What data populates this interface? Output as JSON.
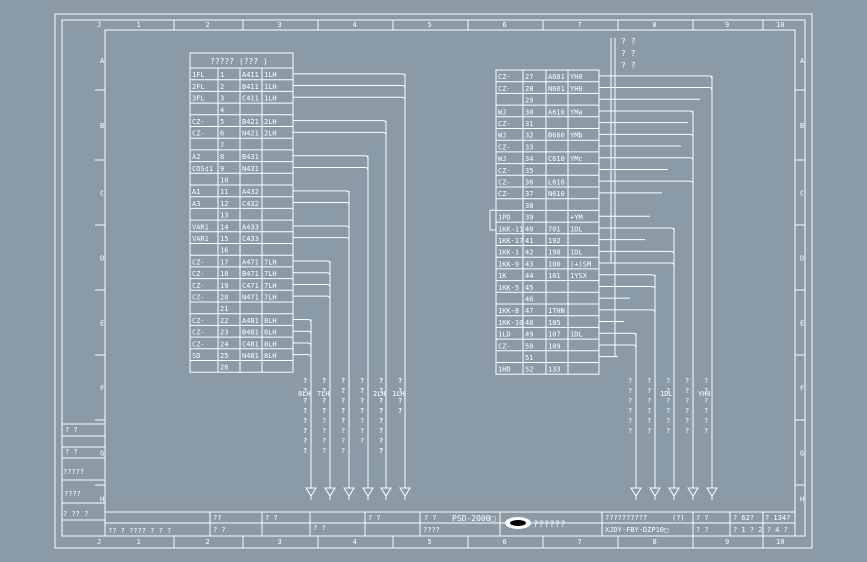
{
  "colors": {
    "background": "#8a9aa6",
    "sheet": "#000000",
    "line": "#ffffff"
  },
  "columns": [
    "1",
    "2",
    "3",
    "4",
    "5",
    "6",
    "7",
    "8",
    "9",
    "10"
  ],
  "rows": [
    "A",
    "B",
    "C",
    "D",
    "E",
    "F",
    "G",
    "H"
  ],
  "corner_letter": "J",
  "left_table": {
    "title": "????? (??? )",
    "rows": [
      [
        "1FL",
        "1",
        "A411",
        "1LH"
      ],
      [
        "2FL",
        "2",
        "B411",
        "1LH"
      ],
      [
        "3FL",
        "3",
        "C411",
        "1LH"
      ],
      [
        "",
        "4",
        "",
        ""
      ],
      [
        "CZ-",
        "5",
        "B421",
        "2LH"
      ],
      [
        "CZ-",
        "6",
        "N421",
        "2LH"
      ],
      [
        "",
        "7",
        "",
        ""
      ],
      [
        "A2",
        "8",
        "B431",
        ""
      ],
      [
        "COS¢1",
        "9",
        "N431",
        ""
      ],
      [
        "",
        "10",
        "",
        ""
      ],
      [
        "A1",
        "11",
        "A432",
        ""
      ],
      [
        "A3",
        "12",
        "C432",
        ""
      ],
      [
        "",
        "13",
        "",
        ""
      ],
      [
        "VAR1",
        "14",
        "A433",
        ""
      ],
      [
        "VAR1",
        "15",
        "C433",
        ""
      ],
      [
        "",
        "16",
        "",
        ""
      ],
      [
        "CZ-",
        "17",
        "A471",
        "7LH"
      ],
      [
        "CZ-",
        "18",
        "B471",
        "7LH"
      ],
      [
        "CZ-",
        "19",
        "C471",
        "7LH"
      ],
      [
        "CZ-",
        "20",
        "N471",
        "7LH"
      ],
      [
        "",
        "21",
        "",
        ""
      ],
      [
        "CZ-",
        "22",
        "A481",
        "8LH"
      ],
      [
        "CZ-",
        "23",
        "B481",
        "8LH"
      ],
      [
        "CZ-",
        "24",
        "C481",
        "8LH"
      ],
      [
        "SD",
        "25",
        "N481",
        "8LH"
      ],
      [
        "",
        "26",
        "",
        ""
      ]
    ]
  },
  "right_table": {
    "rows": [
      [
        "CZ-",
        "27",
        "A601",
        "YH0"
      ],
      [
        "CZ-",
        "28",
        "N601",
        "YH0"
      ],
      [
        "",
        "29",
        "",
        ""
      ],
      [
        "WJ",
        "30",
        "A610",
        "YMa"
      ],
      [
        "CZ-",
        "31",
        "",
        ""
      ],
      [
        "WJ",
        "32",
        "B600",
        "YMb"
      ],
      [
        "CZ-",
        "33",
        "",
        ""
      ],
      [
        "WJ",
        "34",
        "C610",
        "YMc"
      ],
      [
        "CZ-",
        "35",
        "",
        ""
      ],
      [
        "CZ-",
        "36",
        "L610",
        ""
      ],
      [
        "CZ-",
        "37",
        "N610",
        ""
      ],
      [
        "",
        "38",
        "",
        ""
      ],
      [
        "1PD",
        "39",
        "",
        "+YM"
      ],
      [
        "1KK-11",
        "40",
        "701",
        "1DL"
      ],
      [
        "1KK-17",
        "41",
        "192",
        ""
      ],
      [
        "1KK-1",
        "42",
        "190",
        "1DL"
      ],
      [
        "1KK-9",
        "43",
        "100",
        "(+)SM"
      ],
      [
        "1K",
        "44",
        "101",
        "1YSX"
      ],
      [
        "1KK-5",
        "45",
        "",
        ""
      ],
      [
        "",
        "46",
        "",
        ""
      ],
      [
        "1KK-8",
        "47",
        "1THN",
        ""
      ],
      [
        "1KK-10",
        "48",
        "105",
        ""
      ],
      [
        "1LD",
        "49",
        "107",
        "1DL"
      ],
      [
        "CZ-",
        "50",
        "109",
        ""
      ],
      [
        "",
        "51",
        "",
        ""
      ],
      [
        "1HD",
        "52",
        "133",
        ""
      ]
    ]
  },
  "left_labels": [
    "8LH",
    "7LH",
    "2LH",
    "1LH"
  ],
  "right_labels": [
    "1DL",
    "YH0"
  ],
  "q1": "?",
  "q2": "? ?",
  "q3": "? ?",
  "side_cells": [
    "? ?",
    "? ?",
    "?????",
    "????",
    "? ?? ?"
  ],
  "title_block": {
    "model": "PSD-2000□",
    "company": "??????",
    "drawing_name": "??????????",
    "code": "XJDY-FBY-DZP10□",
    "sheet": "? 62?",
    "total": "? 134?",
    "sub": "? 1 ? 2 ? 4 ?",
    "c1": "?? ? ???? ? ? ?",
    "c2": "??",
    "c3": "? ?",
    "c4": "? ?",
    "c5": "? ?",
    "c6": "????",
    "c7": "? ?",
    "c8": "? ?",
    "c9": "? ?",
    "c10": "(?)",
    "c11": "? ?"
  }
}
